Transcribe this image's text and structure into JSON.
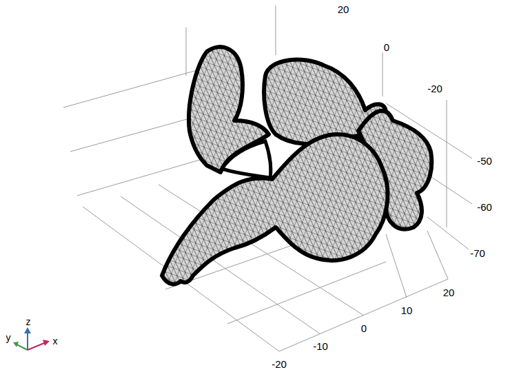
{
  "diagram": {
    "labels": [
      "20",
      "0",
      "-20",
      "-50",
      "-60",
      "-70",
      "20",
      "10",
      "0",
      "-10",
      "-20",
      "z",
      "y",
      "x"
    ]
  }
}
